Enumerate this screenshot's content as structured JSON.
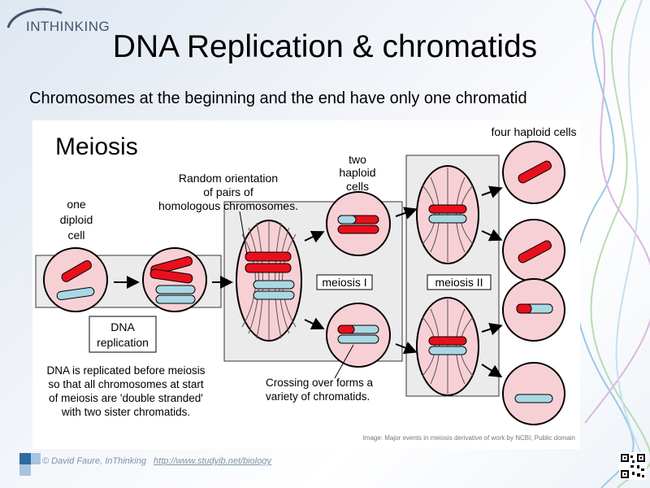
{
  "header": {
    "logo_text": "INTHINKING",
    "title": "DNA Replication & chromatids",
    "subtitle": "Chromosomes at the beginning and the end have only one chromatid"
  },
  "diagram": {
    "heading": "Meiosis",
    "label_one_diploid": [
      "one",
      "diploid",
      "cell"
    ],
    "label_random_orientation": [
      "Random orientation",
      "of pairs of",
      "homologous chromosomes."
    ],
    "label_two_haploid": [
      "two",
      "haploid",
      "cells"
    ],
    "label_four_haploid": "four haploid cells",
    "label_dna_replication": [
      "DNA",
      "replication"
    ],
    "label_meiosis_1": "meiosis I",
    "label_meiosis_2": "meiosis II",
    "note_dna": [
      "DNA is replicated before meiosis",
      "so that all chromosomes at start",
      "of meiosis are 'double stranded'",
      "with two sister chromatids."
    ],
    "note_crossing": [
      "Crossing over forms a",
      "variety of chromatids."
    ],
    "credit": "Image: Major events in meiosis derivative of work by NCBI, Public domain"
  },
  "footer": {
    "copyright": "© David Faure, InThinking",
    "link": "http://www.studyib.net/biology"
  },
  "colors": {
    "chromosome_red": "#e8101c",
    "chromosome_blue": "#a8d8e4",
    "cell_fill": "#f7d0d6",
    "process_box": "#ebebeb"
  }
}
